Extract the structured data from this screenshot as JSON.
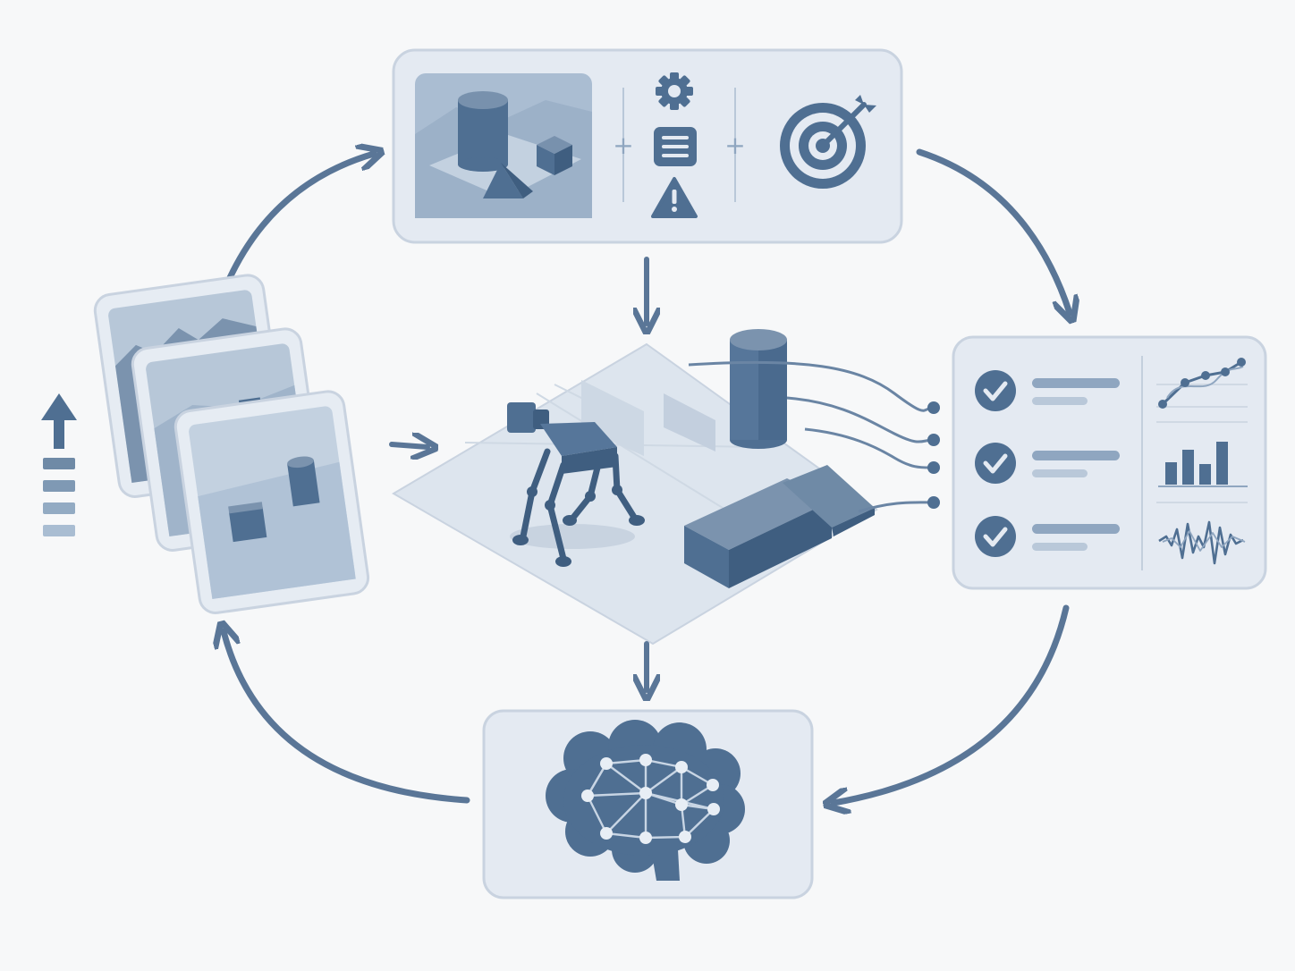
{
  "diagram": {
    "kind": "closed-loop pipeline",
    "text_labels": [],
    "colors": {
      "background": "#f7f8f9",
      "panel_fill": "#e4eaf2",
      "panel_stroke": "#c9d3e0",
      "primary": "#4f6f92",
      "secondary": "#8fa6c0",
      "light": "#b9c8d9",
      "arrow": "#5a7697"
    },
    "nodes": [
      {
        "id": "scene-spec",
        "icons": [
          "isometric-scene-icon",
          "gear-icon",
          "document-icon",
          "warning-icon",
          "target-icon"
        ],
        "joiners": [
          "+",
          "+"
        ]
      },
      {
        "id": "simulation",
        "icons": [
          "ground-plane",
          "quadruped-robot-icon",
          "cylinder-obstacle",
          "box-obstacle",
          "ramp-obstacle"
        ]
      },
      {
        "id": "evaluation",
        "icons": [
          "check-circle-icon",
          "check-circle-icon",
          "check-circle-icon",
          "line-chart-icon",
          "bar-chart-icon",
          "waveform-icon"
        ]
      },
      {
        "id": "policy-learning",
        "icons": [
          "neural-brain-icon"
        ]
      },
      {
        "id": "curriculum",
        "icons": [
          "scene-card-stack",
          "upward-arrow-icon",
          "level-bars-icon"
        ]
      }
    ],
    "edges": [
      {
        "from": "curriculum",
        "to": "scene-spec"
      },
      {
        "from": "scene-spec",
        "to": "evaluation"
      },
      {
        "from": "scene-spec",
        "to": "simulation"
      },
      {
        "from": "curriculum",
        "to": "simulation"
      },
      {
        "from": "simulation",
        "to": "evaluation"
      },
      {
        "from": "simulation",
        "to": "policy-learning"
      },
      {
        "from": "evaluation",
        "to": "policy-learning"
      },
      {
        "from": "policy-learning",
        "to": "curriculum"
      }
    ]
  }
}
